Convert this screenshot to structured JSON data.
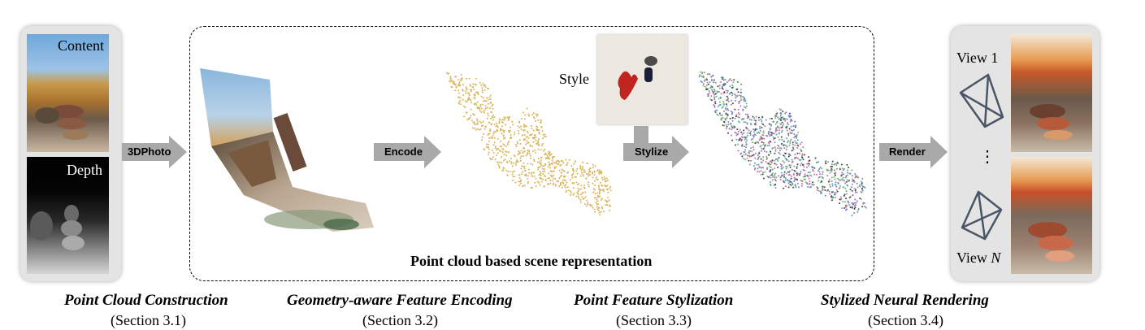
{
  "content_label": "Content",
  "depth_label": "Depth",
  "style_label": "Style",
  "arrows": {
    "photo3d": "3DPhoto",
    "encode": "Encode",
    "stylize": "Stylize",
    "render": "Render"
  },
  "scene_box_label": "Point cloud based scene representation",
  "views": {
    "view1": "View 1",
    "dots": "⋮",
    "viewN_prefix": "View ",
    "viewN_var": "N"
  },
  "stages": [
    {
      "title": "Point Cloud Construction",
      "section": "(Section 3.1)"
    },
    {
      "title": "Geometry-aware Feature Encoding",
      "section": "(Section 3.2)"
    },
    {
      "title": "Point Feature Stylization",
      "section": "(Section 3.3)"
    },
    {
      "title": "Stylized Neural Rendering",
      "section": "(Section 3.4)"
    }
  ],
  "colors": {
    "panel": "#e4e4e4",
    "arrow": "#a9a9a9",
    "feature_points": "#d9b45a",
    "styl_points": [
      "#8a7fc8",
      "#6fb86f",
      "#d46a9a",
      "#5aa0c0",
      "#444444"
    ],
    "camera_frustum": "#4a5566"
  }
}
